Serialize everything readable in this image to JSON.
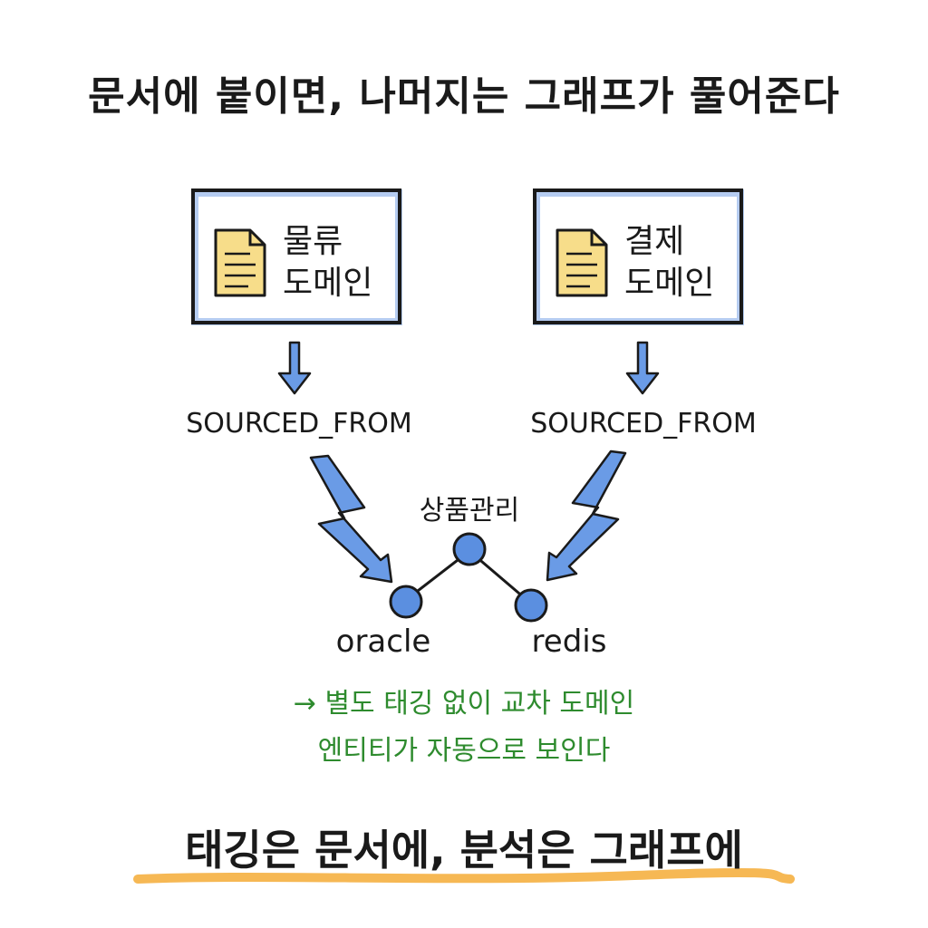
{
  "headline": "문서에 붙이면, 나머지는 그래프가 풀어준다",
  "documents": [
    {
      "line1": "물류",
      "line2": "도메인",
      "icon": "document-icon"
    },
    {
      "line1": "결제",
      "line2": "도메인",
      "icon": "document-icon"
    }
  ],
  "relations": [
    {
      "label": "SOURCED_FROM"
    },
    {
      "label": "SOURCED_FROM"
    }
  ],
  "graph": {
    "top_node": "상품관리",
    "left_node": "oracle",
    "right_node": "redis"
  },
  "note": {
    "line1": "→ 별도 태깅 없이 교차 도메인",
    "line2": "엔티티가 자동으로 보인다"
  },
  "bottom": "태깅은 문서에, 분석은 그래프에",
  "colors": {
    "box_border": "#1a1a1a",
    "box_glow": "#5b8fe0",
    "arrow": "#6a9be6",
    "node": "#5b8fe0",
    "doc_icon": "#f7dd8a",
    "note_text": "#2e8b2e",
    "underline": "#f5b041"
  }
}
